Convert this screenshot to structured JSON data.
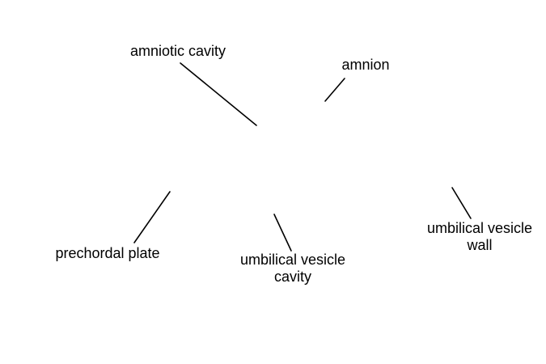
{
  "labels": {
    "amniotic_cavity": "amniotic cavity",
    "amnion": "amnion",
    "prechordal_plate": "prechordal plate",
    "umbilical_vesicle_cavity": [
      "umbilical vesicle",
      "cavity"
    ],
    "umbilical_vesicle_wall": [
      "umbilical vesicle",
      "wall"
    ]
  },
  "colors": {
    "background": "#ffffff",
    "text": "#000000",
    "leader_lines": "#000000"
  }
}
